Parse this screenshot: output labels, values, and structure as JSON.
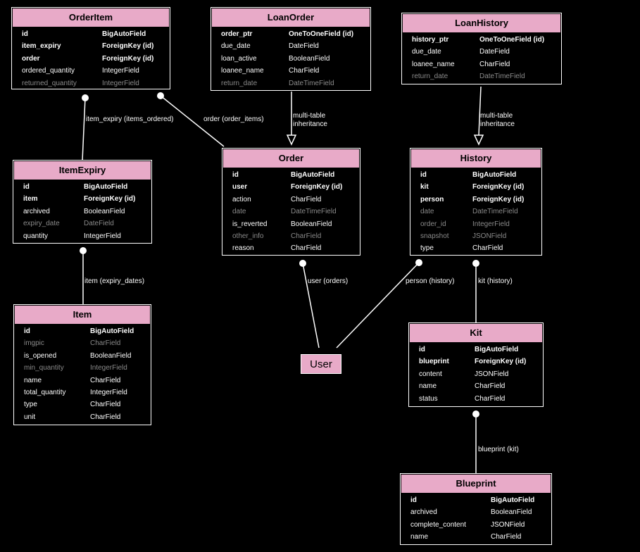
{
  "models": [
    {
      "id": "orderitem",
      "title": "OrderItem",
      "fields": [
        {
          "name": "id",
          "type": "BigAutoField",
          "style": "key"
        },
        {
          "name": "item_expiry",
          "type": "ForeignKey (id)",
          "style": "key"
        },
        {
          "name": "order",
          "type": "ForeignKey (id)",
          "style": "key"
        },
        {
          "name": "ordered_quantity",
          "type": "IntegerField",
          "style": "normal"
        },
        {
          "name": "returned_quantity",
          "type": "IntegerField",
          "style": "muted"
        }
      ]
    },
    {
      "id": "loanorder",
      "title": "LoanOrder",
      "fields": [
        {
          "name": "order_ptr",
          "type": "OneToOneField (id)",
          "style": "key"
        },
        {
          "name": "due_date",
          "type": "DateField",
          "style": "normal"
        },
        {
          "name": "loan_active",
          "type": "BooleanField",
          "style": "normal"
        },
        {
          "name": "loanee_name",
          "type": "CharField",
          "style": "normal"
        },
        {
          "name": "return_date",
          "type": "DateTimeField",
          "style": "muted"
        }
      ]
    },
    {
      "id": "loanhistory",
      "title": "LoanHistory",
      "fields": [
        {
          "name": "history_ptr",
          "type": "OneToOneField (id)",
          "style": "key"
        },
        {
          "name": "due_date",
          "type": "DateField",
          "style": "normal"
        },
        {
          "name": "loanee_name",
          "type": "CharField",
          "style": "normal"
        },
        {
          "name": "return_date",
          "type": "DateTimeField",
          "style": "muted"
        }
      ]
    },
    {
      "id": "itemexpiry",
      "title": "ItemExpiry",
      "fields": [
        {
          "name": "id",
          "type": "BigAutoField",
          "style": "key"
        },
        {
          "name": "item",
          "type": "ForeignKey (id)",
          "style": "key"
        },
        {
          "name": "archived",
          "type": "BooleanField",
          "style": "normal"
        },
        {
          "name": "expiry_date",
          "type": "DateField",
          "style": "muted"
        },
        {
          "name": "quantity",
          "type": "IntegerField",
          "style": "normal"
        }
      ]
    },
    {
      "id": "order",
      "title": "Order",
      "fields": [
        {
          "name": "id",
          "type": "BigAutoField",
          "style": "key"
        },
        {
          "name": "user",
          "type": "ForeignKey (id)",
          "style": "key"
        },
        {
          "name": "action",
          "type": "CharField",
          "style": "normal"
        },
        {
          "name": "date",
          "type": "DateTimeField",
          "style": "muted"
        },
        {
          "name": "is_reverted",
          "type": "BooleanField",
          "style": "normal"
        },
        {
          "name": "other_info",
          "type": "CharField",
          "style": "muted"
        },
        {
          "name": "reason",
          "type": "CharField",
          "style": "normal"
        }
      ]
    },
    {
      "id": "history",
      "title": "History",
      "fields": [
        {
          "name": "id",
          "type": "BigAutoField",
          "style": "key"
        },
        {
          "name": "kit",
          "type": "ForeignKey (id)",
          "style": "key"
        },
        {
          "name": "person",
          "type": "ForeignKey (id)",
          "style": "key"
        },
        {
          "name": "date",
          "type": "DateTimeField",
          "style": "muted"
        },
        {
          "name": "order_id",
          "type": "IntegerField",
          "style": "muted"
        },
        {
          "name": "snapshot",
          "type": "JSONField",
          "style": "muted"
        },
        {
          "name": "type",
          "type": "CharField",
          "style": "normal"
        }
      ]
    },
    {
      "id": "item",
      "title": "Item",
      "fields": [
        {
          "name": "id",
          "type": "BigAutoField",
          "style": "key"
        },
        {
          "name": "imgpic",
          "type": "CharField",
          "style": "muted"
        },
        {
          "name": "is_opened",
          "type": "BooleanField",
          "style": "normal"
        },
        {
          "name": "min_quantity",
          "type": "IntegerField",
          "style": "muted"
        },
        {
          "name": "name",
          "type": "CharField",
          "style": "normal"
        },
        {
          "name": "total_quantity",
          "type": "IntegerField",
          "style": "normal"
        },
        {
          "name": "type",
          "type": "CharField",
          "style": "normal"
        },
        {
          "name": "unit",
          "type": "CharField",
          "style": "normal"
        }
      ]
    },
    {
      "id": "kit",
      "title": "Kit",
      "fields": [
        {
          "name": "id",
          "type": "BigAutoField",
          "style": "key"
        },
        {
          "name": "blueprint",
          "type": "ForeignKey (id)",
          "style": "key"
        },
        {
          "name": "content",
          "type": "JSONField",
          "style": "normal"
        },
        {
          "name": "name",
          "type": "CharField",
          "style": "normal"
        },
        {
          "name": "status",
          "type": "CharField",
          "style": "normal"
        }
      ]
    },
    {
      "id": "blueprint",
      "title": "Blueprint",
      "fields": [
        {
          "name": "id",
          "type": "BigAutoField",
          "style": "key"
        },
        {
          "name": "archived",
          "type": "BooleanField",
          "style": "normal"
        },
        {
          "name": "complete_content",
          "type": "JSONField",
          "style": "normal"
        },
        {
          "name": "name",
          "type": "CharField",
          "style": "normal"
        }
      ]
    }
  ],
  "user_node": "User",
  "edges": [
    {
      "id": "oi-ie",
      "label": "item_expiry (items_ordered)"
    },
    {
      "id": "oi-o",
      "label": "order (order_items)"
    },
    {
      "id": "ie-i",
      "label": "item (expiry_dates)"
    },
    {
      "id": "lo-o",
      "label": "multi-table inheritance"
    },
    {
      "id": "lh-h",
      "label": "multi-table inheritance"
    },
    {
      "id": "o-u",
      "label": "user (orders)"
    },
    {
      "id": "h-u",
      "label": "person (history)"
    },
    {
      "id": "h-k",
      "label": "kit (history)"
    },
    {
      "id": "k-b",
      "label": "blueprint (kit)"
    }
  ],
  "colors": {
    "header": "#e8aac8",
    "background": "#000000",
    "muted": "#8a8a8a"
  }
}
